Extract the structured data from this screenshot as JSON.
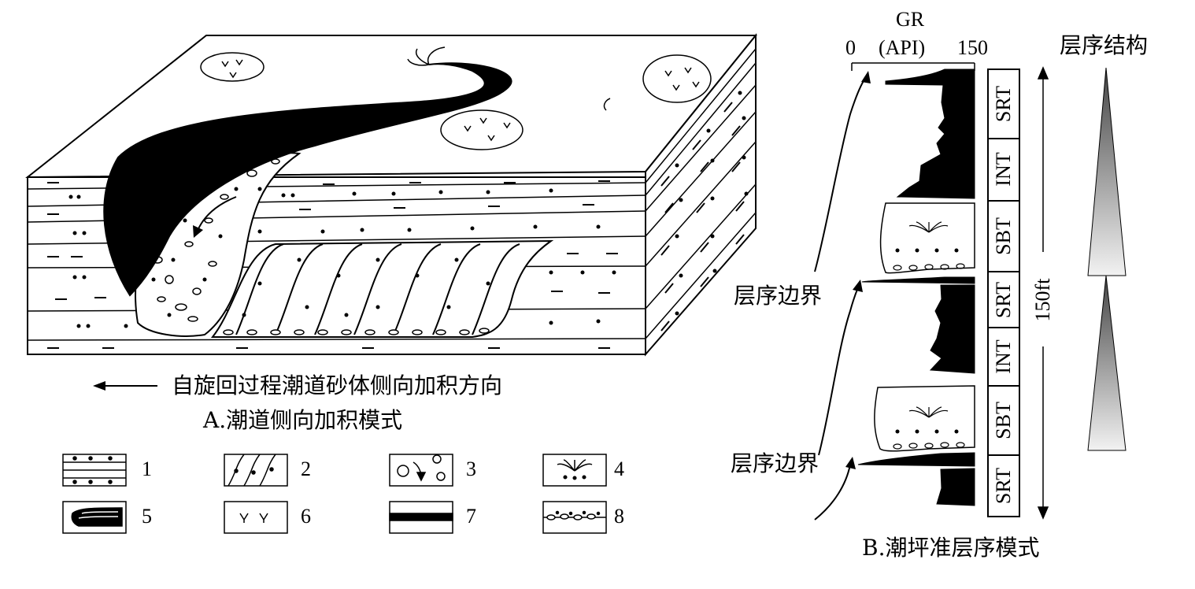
{
  "part_a": {
    "arrow_caption": "自旋回过程潮道砂体侧向加积方向",
    "title": "A.潮道侧向加积模式"
  },
  "legend": [
    {
      "num": "1",
      "pattern": "dots-and-dashes"
    },
    {
      "num": "2",
      "pattern": "lateral-accretion-sand"
    },
    {
      "num": "3",
      "pattern": "gravel-arrow"
    },
    {
      "num": "4",
      "pattern": "fan-burrows"
    },
    {
      "num": "5",
      "pattern": "channel-lens"
    },
    {
      "num": "6",
      "pattern": "plant-roots"
    },
    {
      "num": "7",
      "pattern": "coal-bed"
    },
    {
      "num": "8",
      "pattern": "pebbly-base"
    }
  ],
  "part_b": {
    "gr_label": "GR",
    "gr_unit": "(API)",
    "gr_min": "0",
    "gr_max": "150",
    "structure_title": "层序结构",
    "boundary_upper": "层序边界",
    "boundary_lower": "层序边界",
    "thickness": "150ft",
    "column_units": [
      "SRT",
      "INT",
      "SBT",
      "SRT",
      "INT",
      "SBT",
      "SRT"
    ],
    "title": "B.潮坪准层序模式"
  }
}
